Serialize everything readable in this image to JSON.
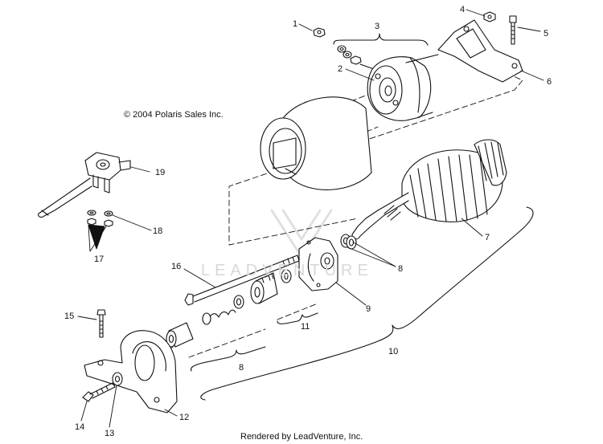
{
  "copyright": "© 2004 Polaris Sales Inc.",
  "footer": "Rendered by LeadVenture, Inc.",
  "watermark": "LEADVENTURE",
  "callouts": [
    "1",
    "2",
    "3",
    "4",
    "5",
    "6",
    "7",
    "8",
    "8",
    "9",
    "10",
    "11",
    "12",
    "13",
    "14",
    "15",
    "16",
    "17",
    "18",
    "19"
  ]
}
